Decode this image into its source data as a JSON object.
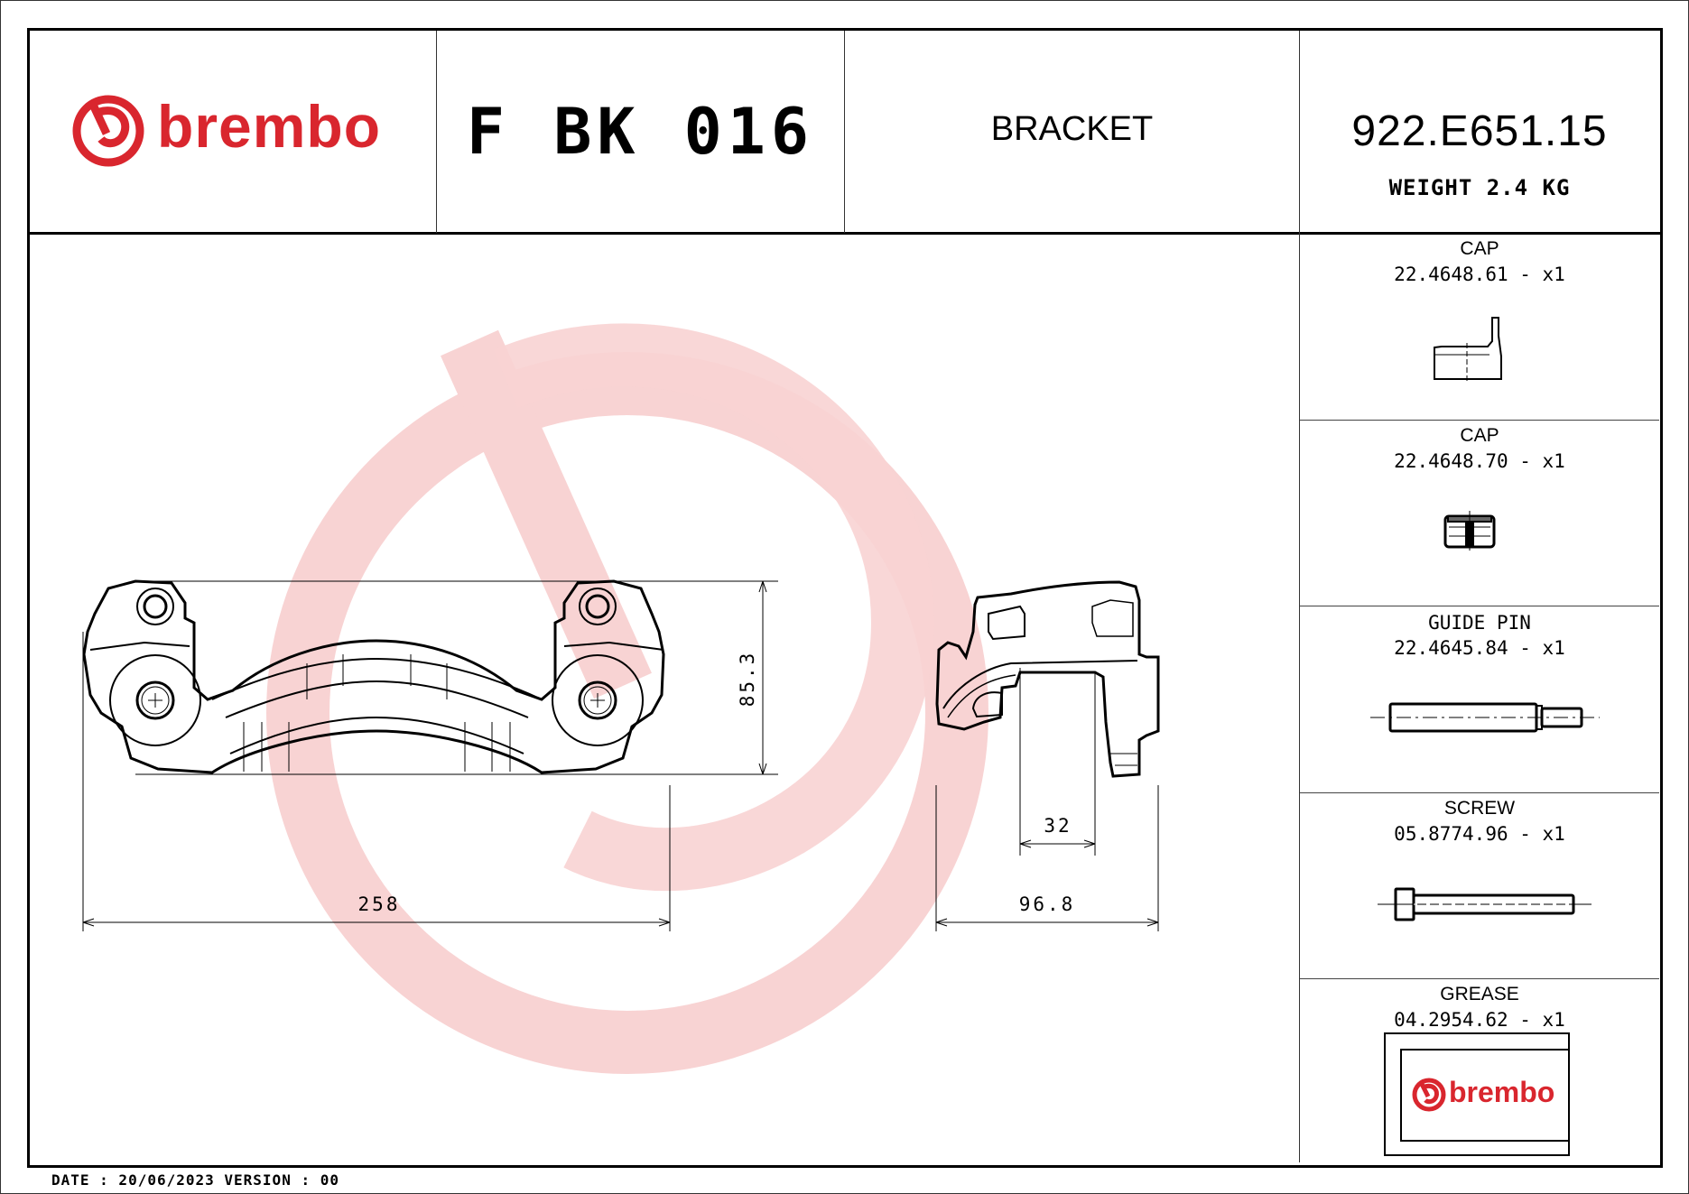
{
  "brand": {
    "name": "brembo",
    "color": "#d9262e",
    "watermark_color": "#f8d3d3"
  },
  "header": {
    "product_code": "F BK 016",
    "product_type": "BRACKET",
    "part_number": "922.E651.15",
    "weight": "WEIGHT 2.4 KG"
  },
  "parts": [
    {
      "name": "CAP",
      "number": "22.4648.61 - x1",
      "icon": "cap-angled-icon"
    },
    {
      "name": "CAP",
      "number": "22.4648.70 - x1",
      "icon": "cap-plug-icon"
    },
    {
      "name": "GUIDE PIN",
      "number": "22.4645.84 - x1",
      "icon": "guide-pin-icon"
    },
    {
      "name": "SCREW",
      "number": "05.8774.96 - x1",
      "icon": "screw-icon"
    },
    {
      "name": "GREASE",
      "number": "04.2954.62 - x1",
      "icon": "grease-package-icon"
    }
  ],
  "dimensions": {
    "front_width": "258",
    "front_height": "85.3",
    "side_width": "96.8",
    "side_gap": "32"
  },
  "footer": {
    "text": "DATE : 20/06/2023 VERSION : 00"
  }
}
